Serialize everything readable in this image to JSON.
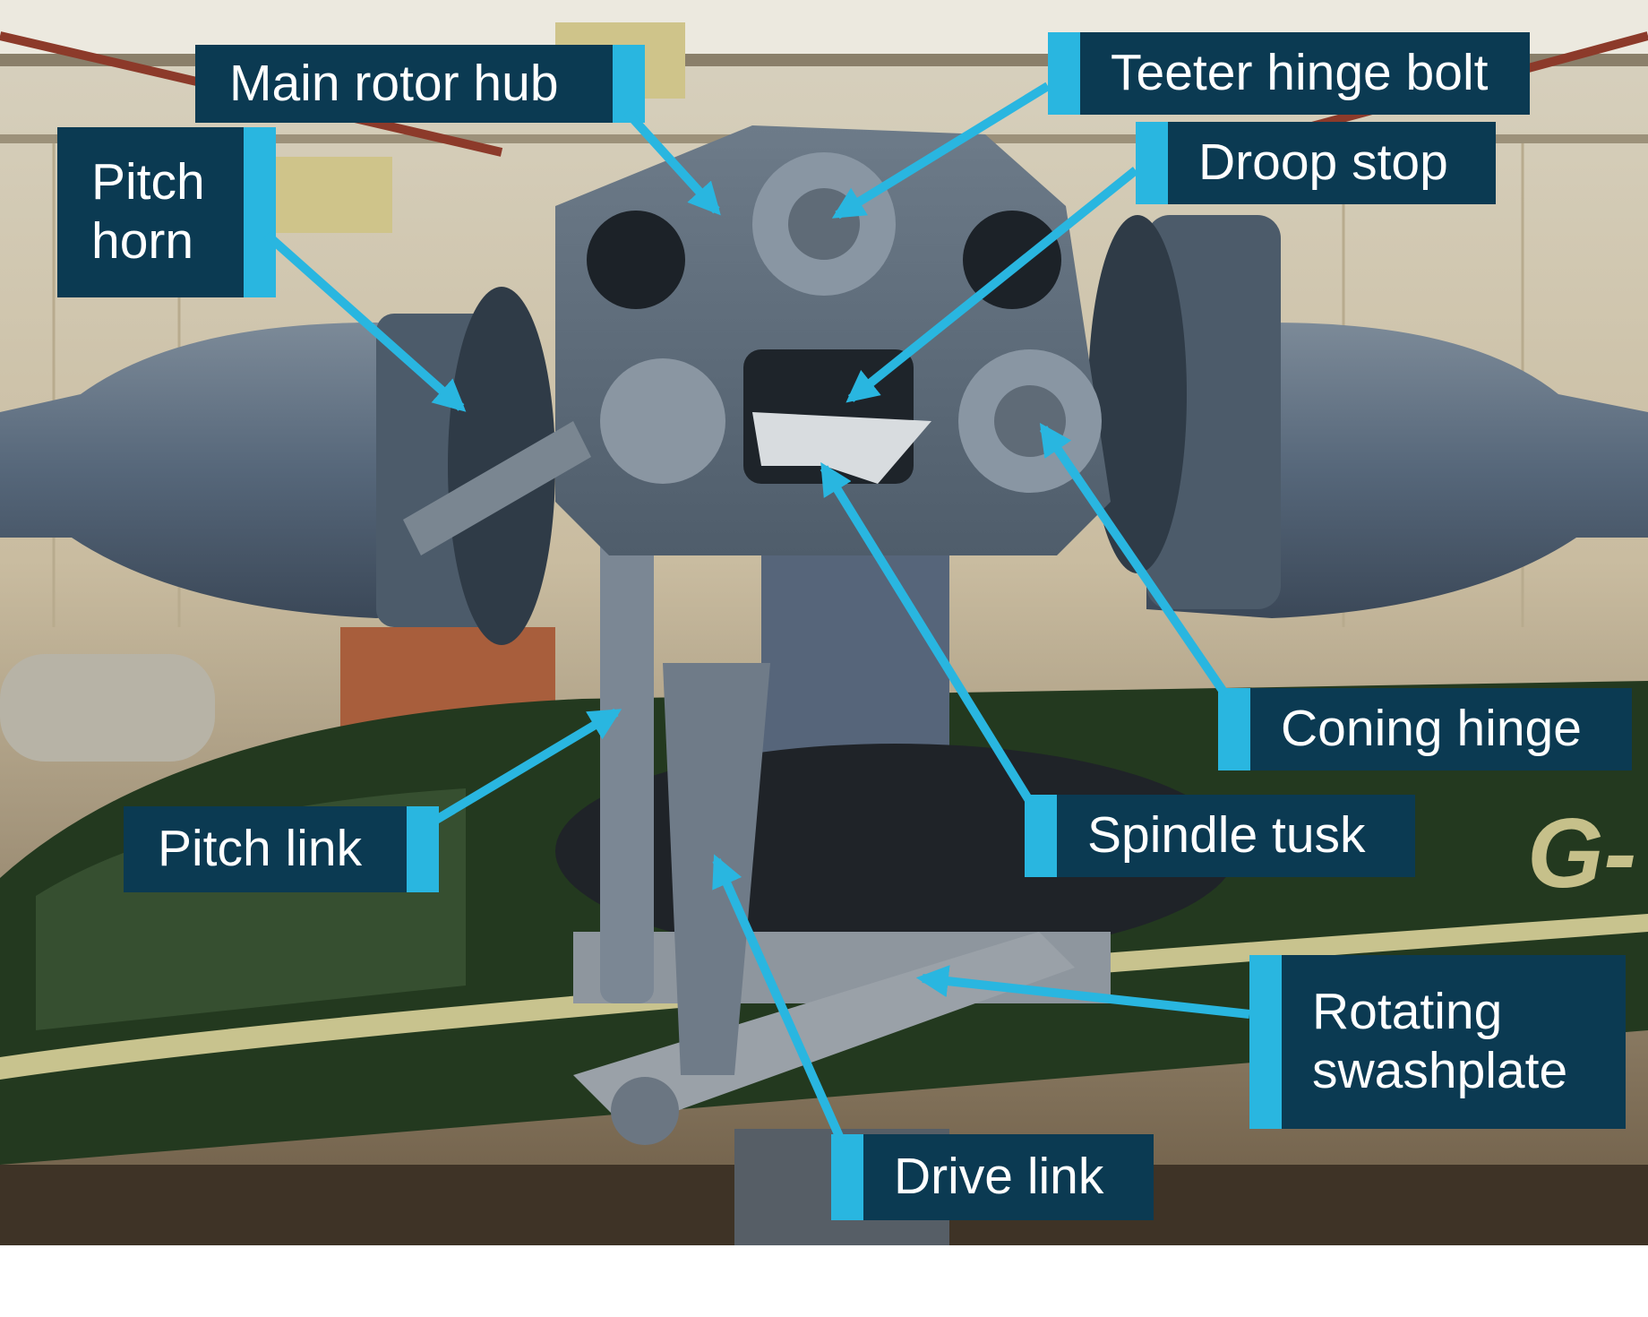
{
  "colors": {
    "label_background": "#0b3a52",
    "label_text": "#ffffff",
    "accent": "#29b6e0",
    "tan_box": "#cfc48a"
  },
  "labels": {
    "main_rotor_hub": "Main rotor hub",
    "pitch_horn": "Pitch\nhorn",
    "teeter_hinge_bolt": "Teeter hinge bolt",
    "droop_stop": "Droop stop",
    "coning_hinge": "Coning hinge",
    "spindle_tusk": "Spindle tusk",
    "pitch_link": "Pitch link",
    "rotating_swashplate": "Rotating\nswashplate",
    "drive_link": "Drive link"
  }
}
